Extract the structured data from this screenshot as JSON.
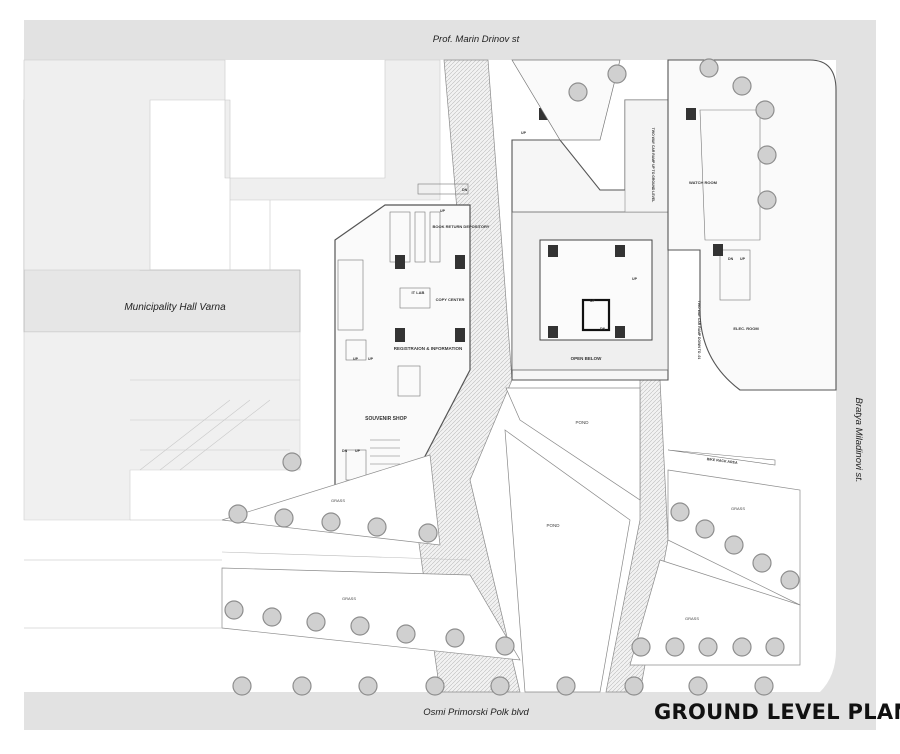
{
  "title": "GROUND LEVEL PLAN",
  "streets": {
    "north": "Prof. Marin Drinov st",
    "south": "Osmi Primorski Polk blvd",
    "east": "Bratya Miladinovi st."
  },
  "neighbors": {
    "municipality": "Municipality Hall Varna"
  },
  "rooms": {
    "book_return": "BOOK RETURN DEPOSITORY",
    "it_lab": "IT LAB",
    "copy_center": "COPY CENTER",
    "registration": "REGISTRAION & INFORMATION",
    "souvenir_shop": "SOUVENIR SHOP",
    "watch_room": "WATCH ROOM",
    "elec_room": "ELEC. ROOM",
    "open_below": "OPEN BELOW",
    "bike_rack": "BIKE RACK AREA",
    "ramp_up": "TWO WAY CAR RAMP UP TO GROUND LEVEL",
    "ramp_down": "TWO WAY CAR RAMP DOWN TO -01"
  },
  "landscape": {
    "pond_1": "POND",
    "pond_2": "POND",
    "grass_1": "GRASS",
    "grass_2": "GRASS",
    "grass_3": "GRASS",
    "grass_4": "GRASS"
  },
  "stair_marks": {
    "up": "UP",
    "dn": "DN"
  },
  "colors": {
    "street": "#e2e2e2",
    "building": "#efefef",
    "line": "#666666",
    "column": "#333333",
    "tree": "#9a9a9a",
    "title": "#111111"
  }
}
